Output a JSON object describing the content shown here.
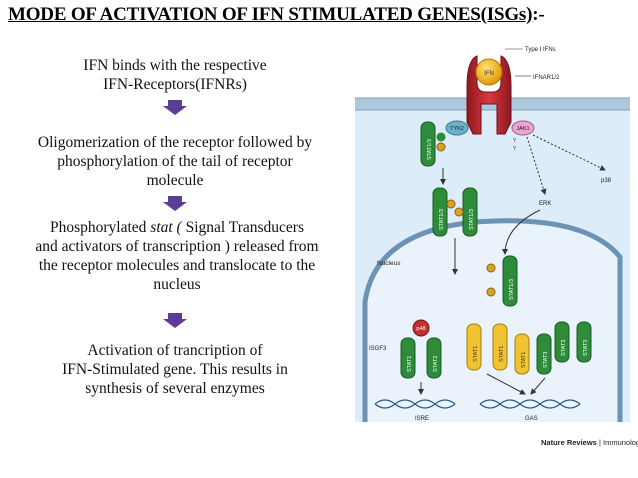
{
  "title": {
    "main": "MODE OF ACTIVATION OF IFN STIMULATED GENES(ISGs)",
    "suffix": ":-"
  },
  "steps": [
    {
      "lines": [
        "IFN binds with the respective",
        "IFN-Receptors(IFNRs)"
      ]
    },
    {
      "lines": [
        "Oligomerization of the receptor followed by",
        "phosphorylation of  the tail of receptor",
        "molecule"
      ]
    },
    {
      "lines": [
        "Phosphorylated  stat ( Signal Transducers",
        "and activators of transcription ) released from",
        "the receptor molecules and translocate to the",
        "nucleus"
      ]
    },
    {
      "lines": [
        "Activation of trancription of",
        "IFN-Stimulated gene. This results in",
        "synthesis of several enzymes"
      ]
    }
  ],
  "figure": {
    "labels": {
      "type1": "Type I IFNs",
      "ifn": "IFN",
      "ifnar": "IFNAR1/2",
      "tyk2": "TYK2",
      "jak1": "JAK1",
      "p38": "p38",
      "erk": "ERK",
      "nucleus": "Nucleus",
      "stat13": "STAT1/3",
      "stat1": "STAT1",
      "stat2": "STAT2",
      "stat3": "STAT3",
      "p48": "p48",
      "isgf3": "ISGF3",
      "isre": "ISRE",
      "gas": "GAS",
      "p": "P",
      "y": "Y"
    }
  },
  "credit": {
    "journal": "Nature Reviews",
    "section": "Immunology"
  },
  "colors": {
    "arrow": "#5b3c96",
    "receptor": "#c0262c",
    "cytoplasm": "#dcecf8",
    "stat_green": "#2e8b3a",
    "stat_yellow": "#f2c330",
    "ifn_yellow": "#f5b914"
  }
}
